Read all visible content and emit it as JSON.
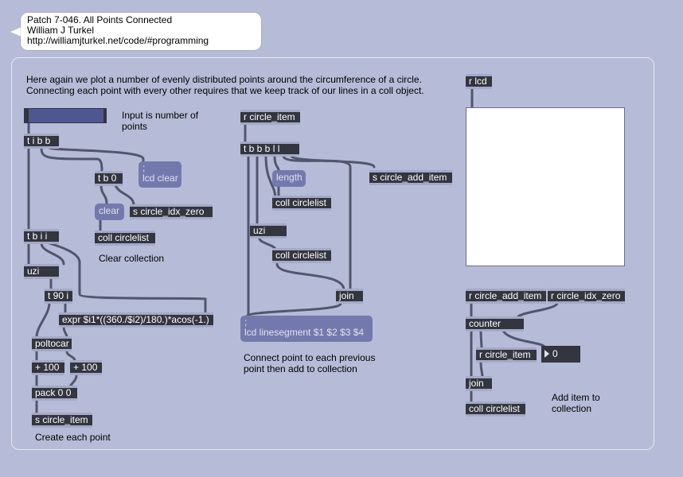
{
  "header": {
    "line1": "Patch 7-046. All Points Connected",
    "line2": "William J Turkel",
    "line3": "http://williamjturkel.net/code/#programming"
  },
  "comments": {
    "intro1": "Here again we plot a number of evenly distributed points around the circumference of a circle.",
    "intro2": "Connecting each point with every other requires that we keep track of our lines in a coll object.",
    "input_label_1": "Input is number of",
    "input_label_2": "points",
    "clear_collection": "Clear collection",
    "create_each_point": "Create each point",
    "connect_1": "Connect point to each previous",
    "connect_2": "point then add to collection",
    "add_item_1": "Add item to",
    "add_item_2": "collection"
  },
  "objects": {
    "tibb": "t i b b",
    "tb0": "t b 0",
    "coll_clear": "coll circlelist",
    "s_idx_zero": "s circle_idx_zero",
    "tbii": "t b i i",
    "uzi_left": "uzi",
    "t90i": "t 90 i",
    "expr": "expr $i1*((360./$i2)/180.)*acos(-1.)",
    "poltocar": "poltocar",
    "plus100a": "+ 100",
    "plus100b": "+ 100",
    "pack": "pack 0 0",
    "s_circle_item": "s circle_item",
    "r_circle_item": "r circle_item",
    "tbbbll": "t b b b l l",
    "s_add_item": "s circle_add_item",
    "coll_length": "coll circlelist",
    "uzi_mid": "uzi",
    "coll_mid": "coll circlelist",
    "join_mid": "join",
    "r_lcd": "r lcd",
    "r_add_item": "r circle_add_item",
    "r_idx_zero": "r circle_idx_zero",
    "counter": "counter",
    "r_circle_item2": "r circle_item",
    "join_right": "join",
    "coll_right": "coll circlelist"
  },
  "messages": {
    "lcd_clear_semicolon": ";",
    "lcd_clear": "lcd clear",
    "clear": "clear",
    "length": "length",
    "lineseg_semicolon": ";",
    "lineseg": "lcd linesegment $1 $2 $3 $4"
  },
  "number_box": {
    "value": "0"
  }
}
